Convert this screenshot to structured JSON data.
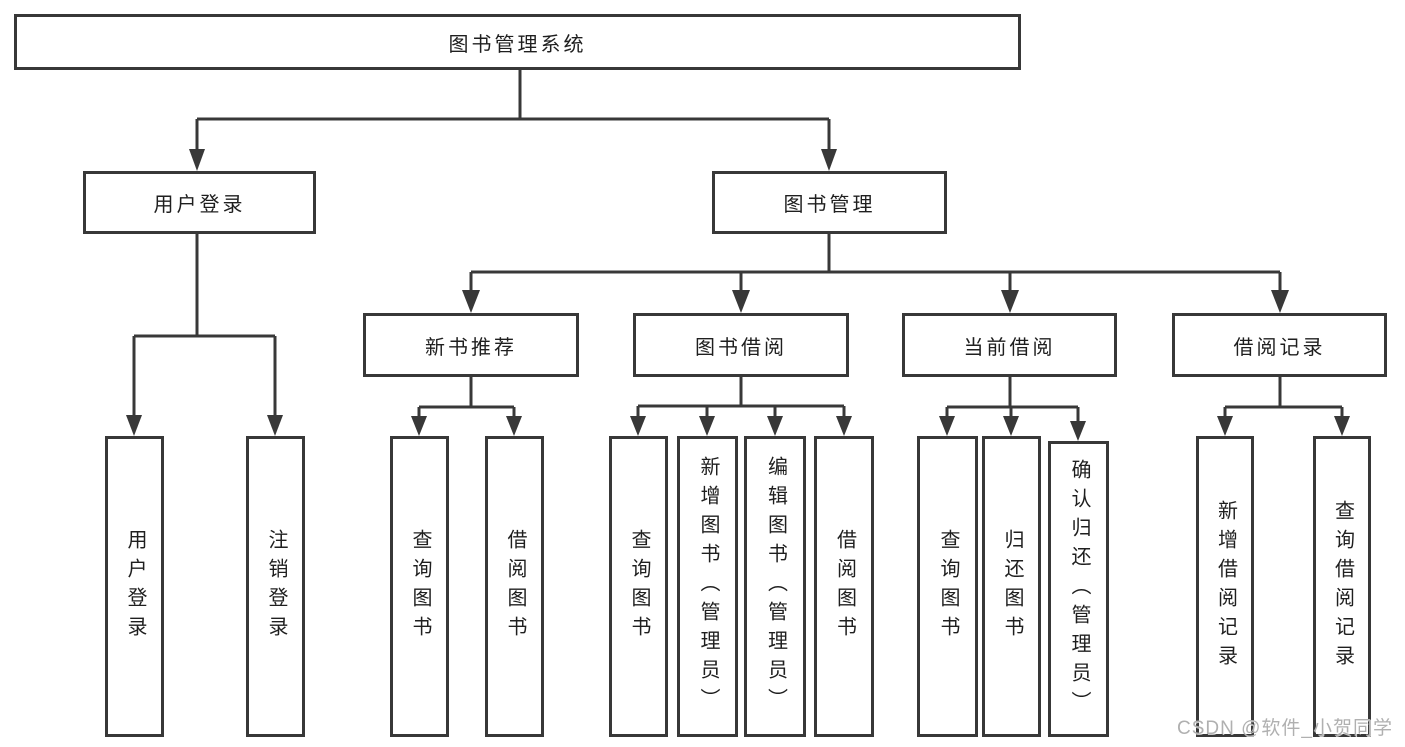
{
  "tree": {
    "root": {
      "label": "图书管理系统",
      "children": [
        {
          "label": "用户登录",
          "children": [
            {
              "label": "用户登录"
            },
            {
              "label": "注销登录"
            }
          ]
        },
        {
          "label": "图书管理",
          "children": [
            {
              "label": "新书推荐",
              "children": [
                {
                  "label": "查询图书"
                },
                {
                  "label": "借阅图书"
                }
              ]
            },
            {
              "label": "图书借阅",
              "children": [
                {
                  "label": "查询图书"
                },
                {
                  "label": "新增图书（管理员）"
                },
                {
                  "label": "编辑图书（管理员）"
                },
                {
                  "label": "借阅图书"
                }
              ]
            },
            {
              "label": "当前借阅",
              "children": [
                {
                  "label": "查询图书"
                },
                {
                  "label": "归还图书"
                },
                {
                  "label": "确认归还（管理员）"
                }
              ]
            },
            {
              "label": "借阅记录",
              "children": [
                {
                  "label": "新增借阅记录"
                },
                {
                  "label": "查询借阅记录"
                }
              ]
            }
          ]
        }
      ]
    }
  },
  "watermark": {
    "text": "CSDN @软件_小贺同学"
  },
  "colors": {
    "line": "#383838",
    "text": "#1f1f1f",
    "background": "#ffffff",
    "watermark": "#b0b0b0"
  }
}
